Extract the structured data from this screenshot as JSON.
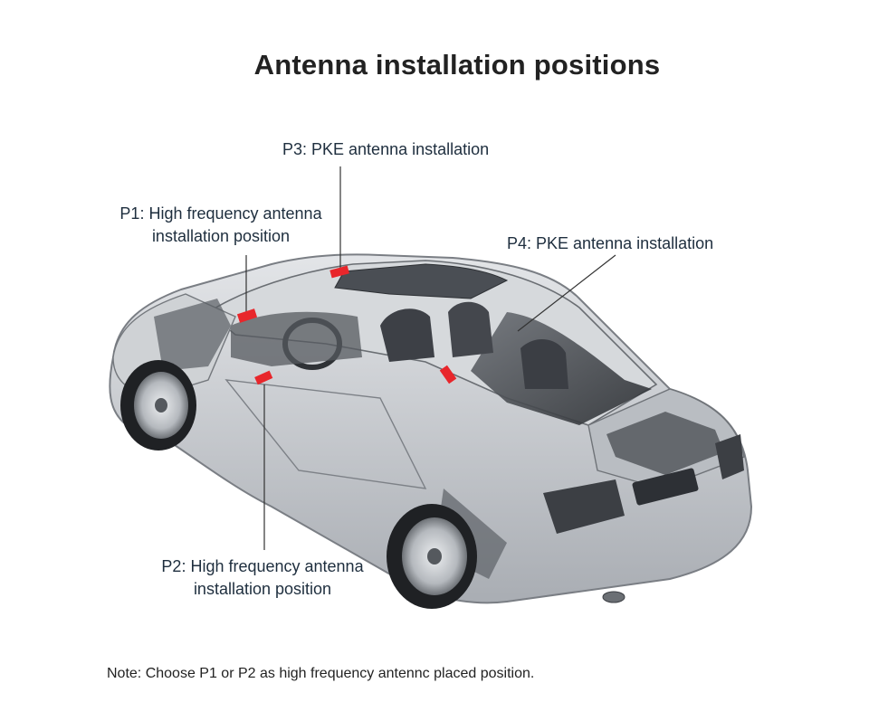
{
  "title": "Antenna installation positions",
  "labels": {
    "p1": [
      "P1: High frequency antenna",
      "installation position"
    ],
    "p2": [
      "P2: High frequency antenna",
      "installation position"
    ],
    "p3": "P3: PKE antenna installation",
    "p4": "P4: PKE antenna installation"
  },
  "note": "Note: Choose P1 or P2 as high frequency antennc placed position.",
  "colors": {
    "marker": "#e8262b",
    "car_body": "#c9ccd0",
    "car_dark": "#3a3d42",
    "leader": "#333333"
  }
}
